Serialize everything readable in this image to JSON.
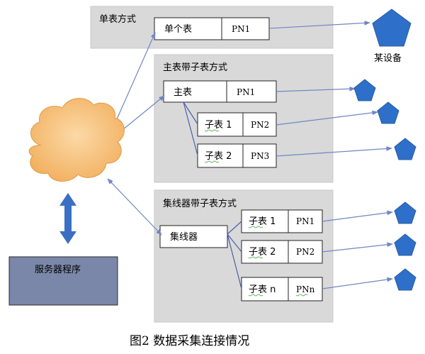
{
  "panels": {
    "single_title": "单表方式",
    "master_title": "主表带子表方式",
    "concentrator_title": "集线器带子表方式"
  },
  "nodes": {
    "single_meter": "单个表",
    "single_pn": "PN1",
    "master_meter": "主表",
    "master_pn": "PN1",
    "sub1": "子表 1",
    "sub1_pn": "PN2",
    "sub2": "子表 2",
    "sub2_pn": "PN3",
    "concentrator": "集线器",
    "c_sub1": "子表 1",
    "c_sub1_pn": "PN1",
    "c_sub2": "子表 2",
    "c_sub2_pn": "PN2",
    "c_subn": "子表 n",
    "c_subn_pn": "PNn"
  },
  "device_label": "某设备",
  "server_label": "服务器程序",
  "caption": "图2   数据采集连接情况",
  "colors": {
    "panel": "#d9d9d9",
    "cloud": "#f7c07a",
    "server": "#7a87a8",
    "pentagon": "#2e6fc9",
    "arrow": "#6f86c6",
    "double_arrow": "#3a6fc4"
  }
}
